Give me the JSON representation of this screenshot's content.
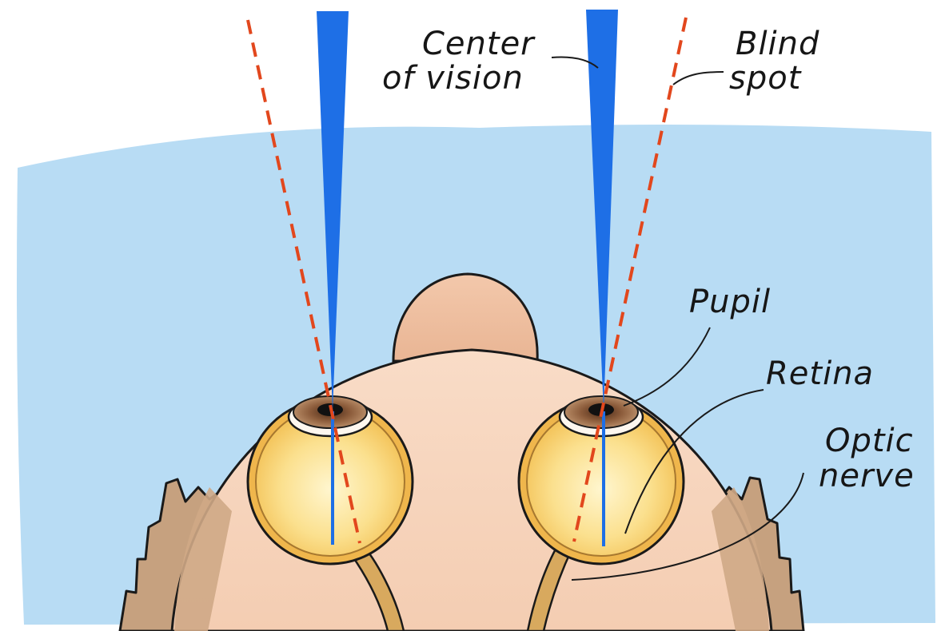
{
  "labels": {
    "center_of_vision_line1": "Center",
    "center_of_vision_line2": "of vision",
    "blind_spot_line1": "Blind",
    "blind_spot_line2": "spot",
    "pupil": "Pupil",
    "retina": "Retina",
    "optic_nerve_line1": "Optic",
    "optic_nerve_line2": "nerve"
  },
  "colors": {
    "background": "#ffffff",
    "sky": "#b8dcf4",
    "skin": "#f7d5bd",
    "hair": "#c6a17f",
    "vision_ray": "#1e6fe6",
    "blind_spot_line": "#e2471d",
    "eyeball": "#f5c75a",
    "nerve": "#d8a95e",
    "iris": "#a47350",
    "outline": "#1a1a1a"
  }
}
